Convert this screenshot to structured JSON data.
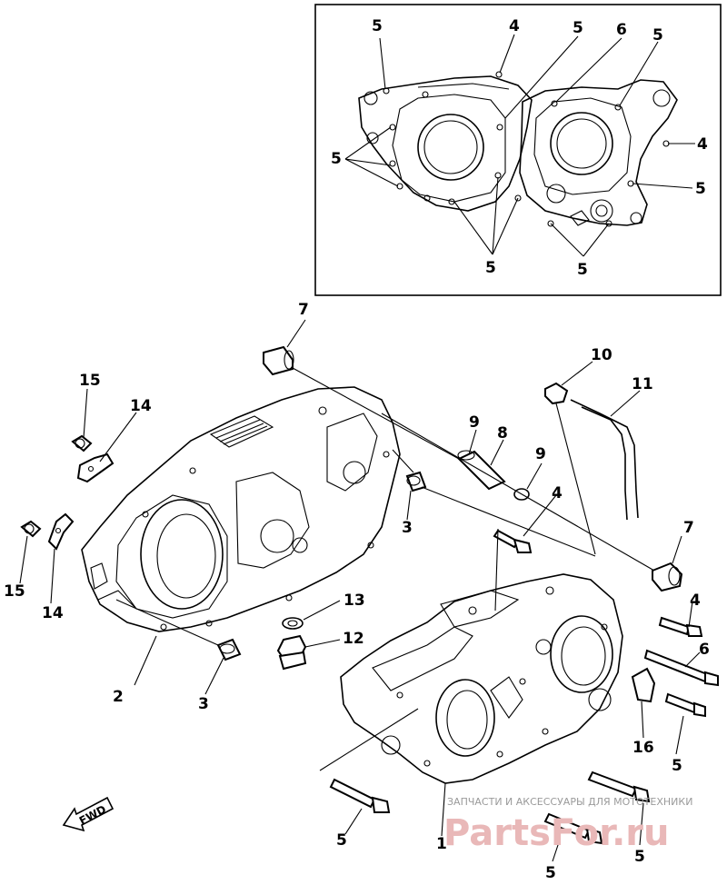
{
  "callouts": {
    "inset_5_a": "5",
    "inset_4_a": "4",
    "inset_5_b": "5",
    "inset_6": "6",
    "inset_5_c": "5",
    "inset_5_left": "5",
    "inset_4_right": "4",
    "inset_5_right": "5",
    "inset_5_bottom_l": "5",
    "inset_5_bottom_r": "5",
    "p7_top": "7",
    "p10": "10",
    "p11": "11",
    "p15_top": "15",
    "p14_top": "14",
    "p9_a": "9",
    "p8": "8",
    "p9_b": "9",
    "p4_mid": "4",
    "p3_mid": "3",
    "p7_right": "7",
    "p15_left": "15",
    "p14_left": "14",
    "p13": "13",
    "p12": "12",
    "p4_right": "4",
    "p6_right": "6",
    "p2": "2",
    "p3_low": "3",
    "p16": "16",
    "p5_right": "5",
    "p5_bottom_l": "5",
    "p1": "1",
    "p5_bottom_m": "5",
    "p5_bottom_r": "5"
  },
  "fwd_label": "FWD",
  "watermark": {
    "caption": "ЗАПЧАСТИ И АКСЕССУАРЫ ДЛЯ МОТОТЕХНИКИ",
    "site": "PartsFor.ru"
  }
}
